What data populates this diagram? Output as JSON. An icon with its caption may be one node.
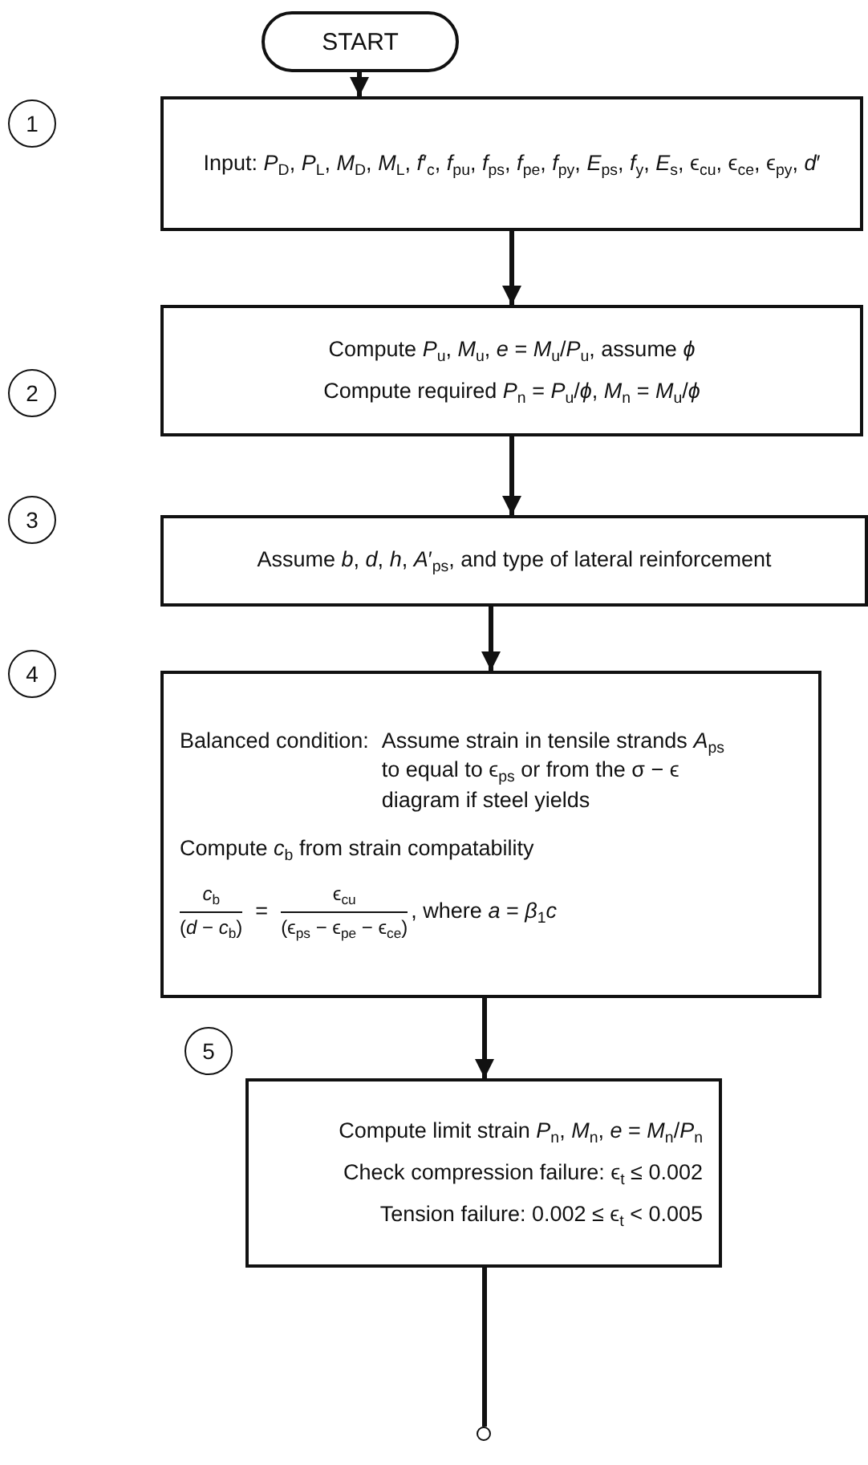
{
  "diagram": {
    "nodes": [
      {
        "text": [
          "START"
        ]
      },
      {
        "text": [
          "1"
        ]
      },
      {
        "text": [
          "Input:  *P*$_{D}$, *P*$_{L}$, *M*$_{D}$, *M*$_{L}$, *f*′$_{c}$, *f*$_{pu}$, *f*$_{ps}$, *f*$_{pe}$, *f*$_{py}$, *E*$_{ps}$, *f*$_{y}$, *E*$_{s}$, ϵ$_{cu}$, ϵ$_{ce}$, ϵ$_{py}$, *d*′"
        ]
      },
      {
        "text": [
          "2"
        ]
      },
      {
        "text": [
          "Compute *P*$_{u}$, *M*$_{u}$, *e* = *M*$_{u}$/*P*$_{u}$, assume *ϕ*",
          "Compute required *P*$_{n}$ = *P*$_{u}$/*ϕ*, *M*$_{n}$ = *M*$_{u}$/*ϕ*"
        ]
      },
      {
        "text": [
          "3"
        ]
      },
      {
        "text": [
          "Assume *b*, *d*, *h*, *A*′$_{ps}$, and type of lateral reinforcement"
        ]
      },
      {
        "text": [
          "4"
        ]
      },
      {
        "text": [
          "Balanced condition:",
          "Assume strain in tensile strands *A*$_{ps}$ to equal to ϵ$_{ps}$ or from the σ − ϵ diagram if steel yields",
          "Compute *c*$_{b}$ from strain compatability",
          "*c*$_{b}$",
          "(*d* − *c*$_{b}$)",
          "=",
          "ϵ$_{cu}$",
          "(ϵ$_{ps}$ − ϵ$_{pe}$ − ϵ$_{ce}$)",
          ", where *a* = *β*$_{1}$*c*"
        ]
      },
      {
        "text": [
          "5"
        ]
      },
      {
        "text": [
          "Compute limit strain *P*$_{n}$, *M*$_{n}$, *e* = *M*$_{n}$/*P*$_{n}$",
          "Check compression failure: ϵ$_{t}$ ≤ 0.002",
          "Tension failure: 0.002 ≤ ϵ$_{t}$ < 0.005"
        ]
      },
      {
        "text": [],
        "shape": "circle"
      }
    ],
    "edges": [
      {
        "from": 0,
        "to": 2,
        "arrow": "to"
      },
      {
        "from": 2,
        "to": 4,
        "arrow": "to"
      },
      {
        "from": 4,
        "to": 6,
        "arrow": "to"
      },
      {
        "from": 6,
        "to": 8,
        "arrow": "to"
      },
      {
        "from": 8,
        "to": 10,
        "arrow": "to"
      },
      {
        "from": 10,
        "to": 11,
        "arrow": "none"
      }
    ]
  }
}
